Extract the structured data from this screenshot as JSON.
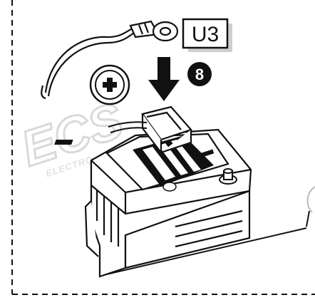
{
  "diagram": {
    "component_tag": "U3",
    "step_number": "8",
    "terminal_symbol": "+",
    "watermark": {
      "logo_text": "ECS",
      "sub_text": "ELECTRO"
    }
  },
  "icons": {
    "terminal_sign": "plus-circle-icon",
    "direction": "down-arrow-icon",
    "step_badge": "numbered-circle-icon"
  },
  "colors": {
    "ink": "#111111",
    "paper": "#ffffff",
    "watermark": "#d9d9d9"
  }
}
